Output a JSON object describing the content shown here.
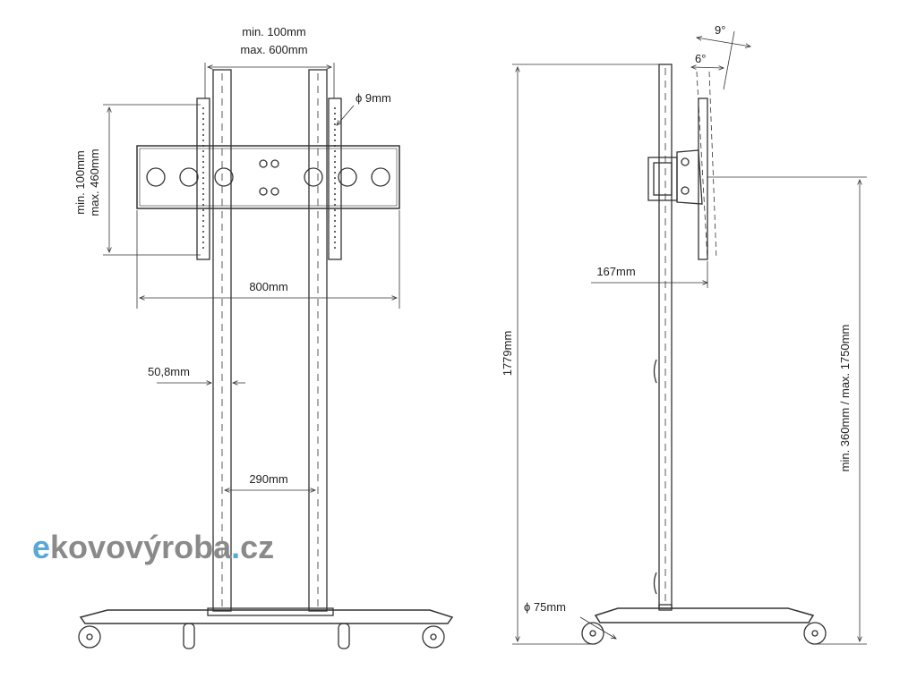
{
  "labels": {
    "vesa_width_min": "min. 100mm",
    "vesa_width_max": "max. 600mm",
    "bolt_diameter": "ϕ 9mm",
    "vesa_height_min": "min. 100mm",
    "vesa_height_max": "max. 460mm",
    "plate_width": "800mm",
    "pole_diameter": "50,8mm",
    "pole_spacing": "290mm",
    "total_height": "1779mm",
    "depth_offset": "167mm",
    "tilt_forward": "9°",
    "tilt_back": "6°",
    "mount_height": "min. 360mm / max. 1750mm",
    "wheel_diameter": "ϕ 75mm"
  },
  "logo": {
    "text_left": "e",
    "text_main": "kovovýroba",
    "text_dot": ".",
    "text_tld": "cz",
    "colors": {
      "accent": "#5aa8d8",
      "main": "#8a8a8a"
    }
  }
}
